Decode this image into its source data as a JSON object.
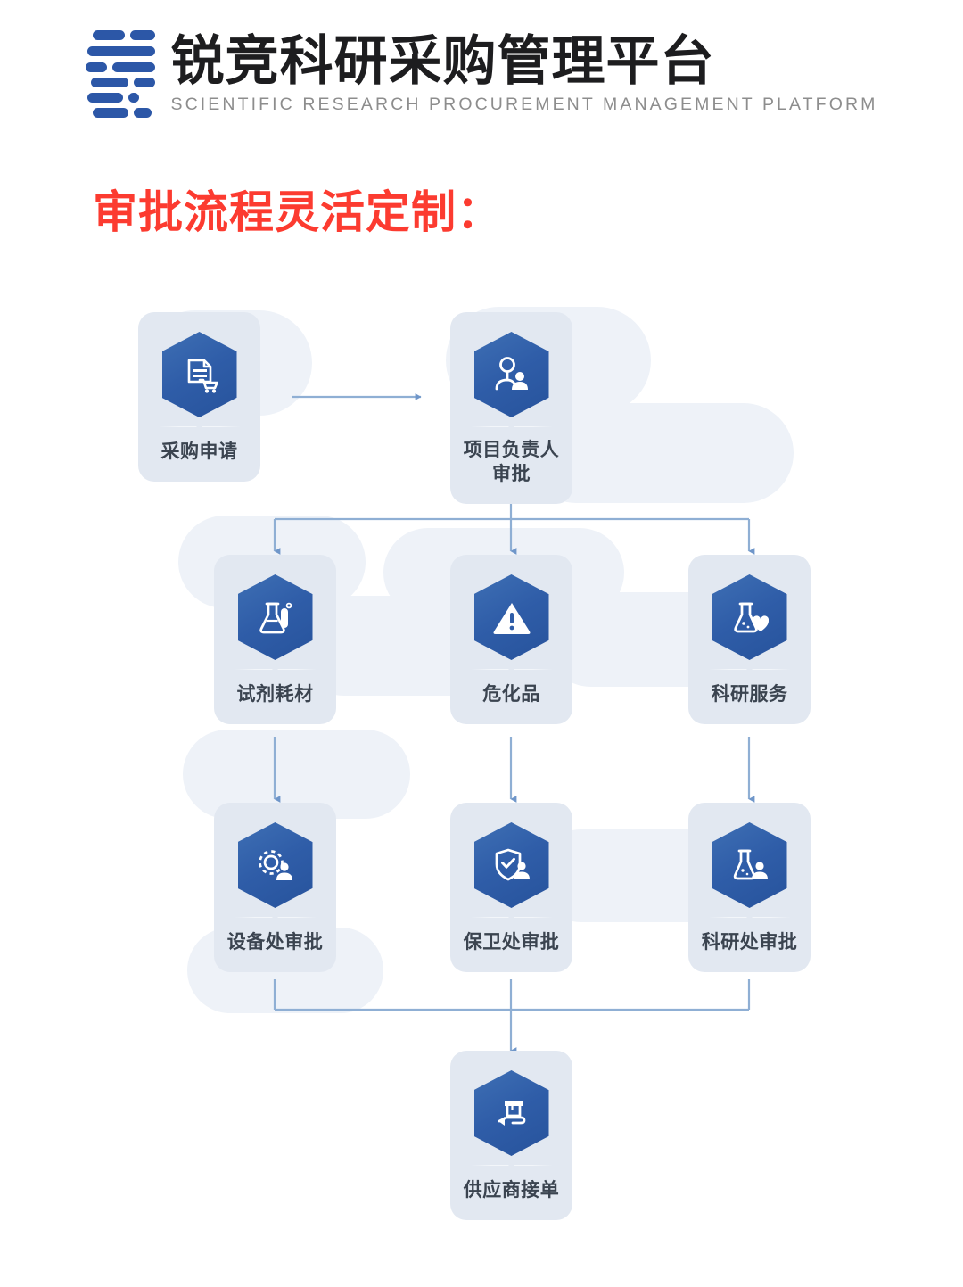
{
  "header": {
    "logo_icon": "barcode-bars-logo",
    "title": "锐竞科研采购管理平台",
    "subtitle": "SCIENTIFIC RESEARCH PROCUREMENT MANAGEMENT PLATFORM"
  },
  "section": {
    "title": "审批流程灵活定制：",
    "title_color": "#fc3b30"
  },
  "colors": {
    "hex_blue_light": "#3e6fb4",
    "hex_blue_dark": "#27539c",
    "card_bg": "#e2e8f1",
    "label_text": "#3b4450",
    "connector": "#8fafd4",
    "decor": "#eef2f8",
    "logo_blue": "#2c57a7",
    "subtitle_gray": "#8d8d8d"
  },
  "flow": {
    "nodes": [
      {
        "id": "purchase-request",
        "label": "采购申请",
        "icon": "document-cart-icon",
        "row": 1,
        "col": 1
      },
      {
        "id": "pi-approval",
        "label": "项目负责人\n审批",
        "icon": "person-approval-icon",
        "row": 1,
        "col": 2
      },
      {
        "id": "reagent-consumable",
        "label": "试剂耗材",
        "icon": "flask-tube-icon",
        "row": 2,
        "col": 1
      },
      {
        "id": "hazardous-chemical",
        "label": "危化品",
        "icon": "warning-triangle-icon",
        "row": 2,
        "col": 2
      },
      {
        "id": "research-service",
        "label": "科研服务",
        "icon": "flask-heart-icon",
        "row": 2,
        "col": 3
      },
      {
        "id": "equipment-office",
        "label": "设备处审批",
        "icon": "gear-person-icon",
        "row": 3,
        "col": 1
      },
      {
        "id": "security-office",
        "label": "保卫处审批",
        "icon": "shield-check-person-icon",
        "row": 3,
        "col": 2
      },
      {
        "id": "research-office",
        "label": "科研处审批",
        "icon": "flask-person-icon",
        "row": 3,
        "col": 3
      },
      {
        "id": "supplier-accept",
        "label": "供应商接单",
        "icon": "hand-package-icon",
        "row": 4,
        "col": 2
      }
    ],
    "edges": [
      {
        "from": "purchase-request",
        "to": "pi-approval",
        "type": "horizontal-arrow"
      },
      {
        "from": "pi-approval",
        "to": "reagent-consumable",
        "type": "fanout-arrow"
      },
      {
        "from": "pi-approval",
        "to": "hazardous-chemical",
        "type": "fanout-arrow"
      },
      {
        "from": "pi-approval",
        "to": "research-service",
        "type": "fanout-arrow"
      },
      {
        "from": "reagent-consumable",
        "to": "equipment-office",
        "type": "vertical-arrow"
      },
      {
        "from": "hazardous-chemical",
        "to": "security-office",
        "type": "vertical-arrow"
      },
      {
        "from": "research-service",
        "to": "research-office",
        "type": "vertical-arrow"
      },
      {
        "from": "equipment-office",
        "to": "supplier-accept",
        "type": "merge-arrow"
      },
      {
        "from": "security-office",
        "to": "supplier-accept",
        "type": "merge-arrow"
      },
      {
        "from": "research-office",
        "to": "supplier-accept",
        "type": "merge-arrow"
      }
    ]
  }
}
